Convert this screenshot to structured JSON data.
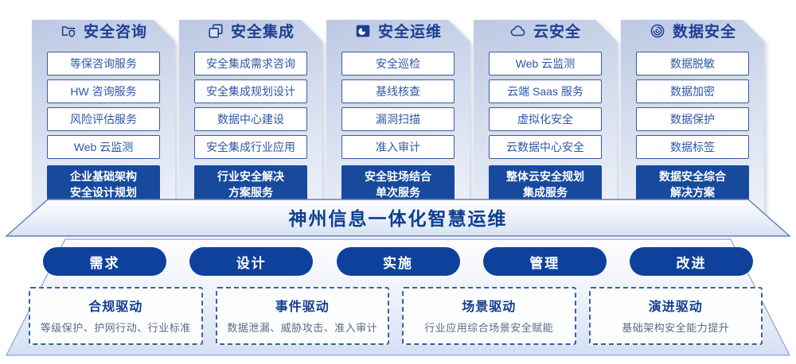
{
  "columns": [
    {
      "icon": "folder-shield-icon",
      "title": "安全咨询",
      "items": [
        "等保咨询服务",
        "HW 咨询服务",
        "风险评估服务",
        "Web 云监测"
      ],
      "highlight": "企业基础架构\n安全设计规划"
    },
    {
      "icon": "documents-icon",
      "title": "安全集成",
      "items": [
        "安全集成需求咨询",
        "安全集成规划设计",
        "数据中心建设",
        "安全集成行业应用"
      ],
      "highlight": "行业安全解决\n方案服务"
    },
    {
      "icon": "monitor-pie-icon",
      "title": "安全运维",
      "items": [
        "安全巡检",
        "基线核查",
        "漏洞扫描",
        "准入审计"
      ],
      "highlight": "安全驻场结合\n单次服务"
    },
    {
      "icon": "cloud-icon",
      "title": "云安全",
      "items": [
        "Web 云监测",
        "云端 Saas 服务",
        "虚拟化安全",
        "云数据中心安全"
      ],
      "highlight": "整体云安全规划\n集成服务"
    },
    {
      "icon": "fingerprint-icon",
      "title": "数据安全",
      "items": [
        "数据脱敏",
        "数据加密",
        "数据保护",
        "数据标签"
      ],
      "highlight": "数据安全综合\n解决方案"
    }
  ],
  "banner": {
    "title": "神州信息一体化智慧运维"
  },
  "process_steps": [
    "需求",
    "设计",
    "实施",
    "管理",
    "改进"
  ],
  "drivers": [
    {
      "title": "合规驱动",
      "desc": "等级保护、护网行动、行业标准"
    },
    {
      "title": "事件驱动",
      "desc": "数据泄漏、威胁攻击、准入审计"
    },
    {
      "title": "场景驱动",
      "desc": "行业应用综合场景安全赋能"
    },
    {
      "title": "演进驱动",
      "desc": "基础架构安全能力提升"
    }
  ],
  "colors": {
    "title_navy": "#1d3f93",
    "item_text_blue": "#2d57a7",
    "item_border_blue": "#3a5ca3",
    "highlight_bg": "#174a9c",
    "pill_bg": "#0d419b",
    "dashed_border": "#3562ac",
    "banner_text": "#0d3e90"
  }
}
